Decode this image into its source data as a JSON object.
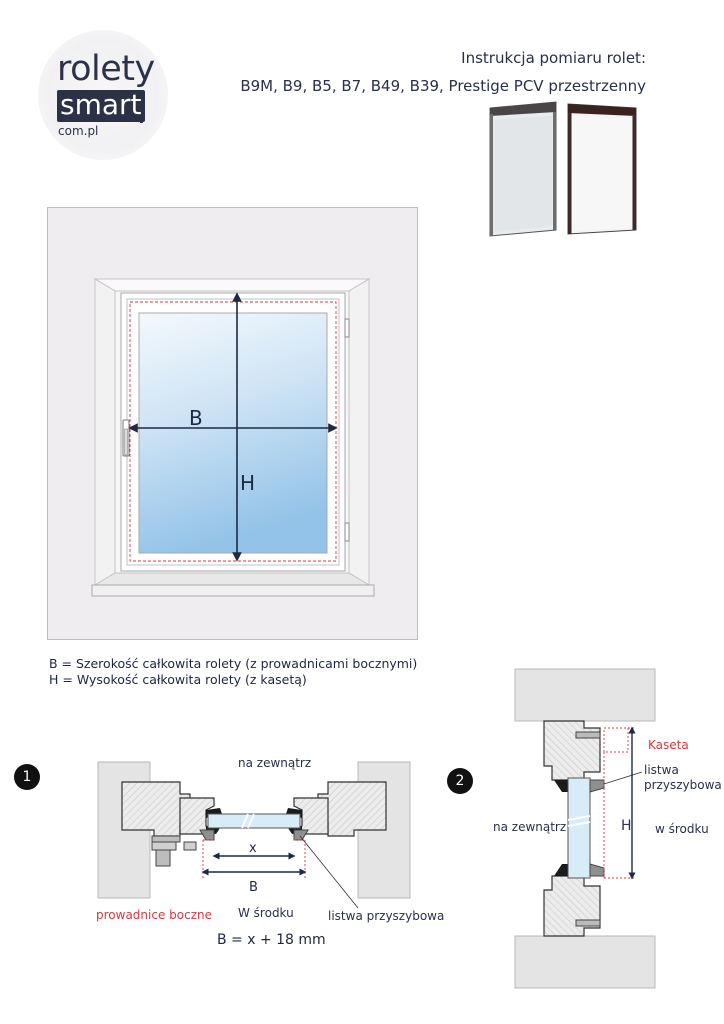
{
  "logo": {
    "word_top": "rolety",
    "word_box": "smart",
    "dot": ".",
    "domain": "com.pl"
  },
  "header": {
    "title_line1": "Instrukcja pomiaru rolet:",
    "title_line2": "B9M, B9, B5, B7, B49, B39, Prestige PCV przestrzenny"
  },
  "main_figure": {
    "width_label": "B",
    "height_label": "H"
  },
  "legend": {
    "line_b": "B = Szerokość całkowita rolety (z prowadnicami bocznymi)",
    "line_h": "H = Wysokość całkowita rolety (z kasetą)"
  },
  "diagram1": {
    "number": "1",
    "outside_label": "na zewnątrz",
    "x_label": "x",
    "b_label": "B",
    "guides_label": "prowadnice boczne",
    "inside_label": "W środku",
    "bead_label": "listwa przyszybowa",
    "formula": "B = x + 18 mm"
  },
  "diagram2": {
    "number": "2",
    "cassette_label": "Kaseta",
    "bead_label_line1": "listwa",
    "bead_label_line2": "przyszybowa",
    "outside_label": "na zewnątrz",
    "h_label": "H",
    "inside_label": "w środku"
  },
  "colors": {
    "navy": "#1e2a44",
    "accent_red": "#e0353c",
    "wall": "#efedef",
    "glass_top": "#eef6fc",
    "glass_bottom": "#9ec9ea"
  }
}
